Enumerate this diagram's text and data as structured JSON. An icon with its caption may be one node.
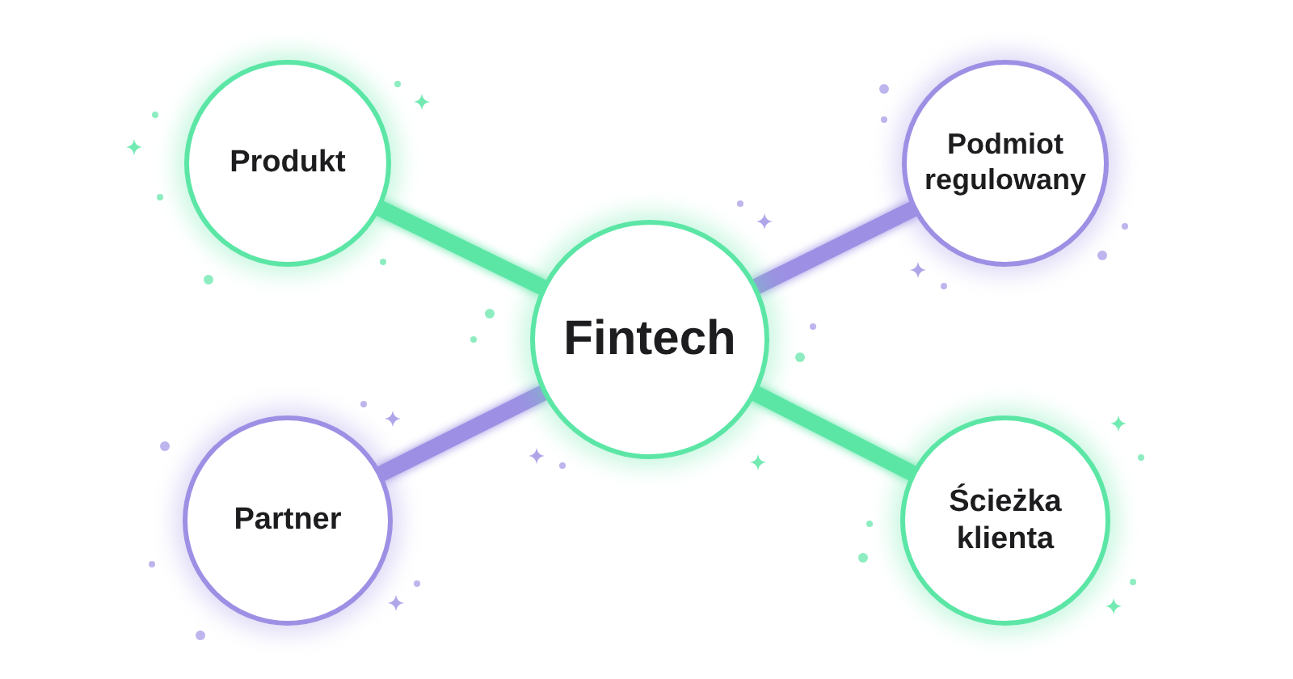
{
  "diagram": {
    "nodes": [
      {
        "text": [
          "Produkt"
        ]
      },
      {
        "text": [
          "Podmiot regulowany"
        ]
      },
      {
        "text": [
          "Fintech"
        ]
      },
      {
        "text": [
          "Partner"
        ]
      },
      {
        "text": [
          "Ścieżka klienta"
        ]
      }
    ],
    "edges": [
      {
        "from": 0,
        "to": 2,
        "arrow": "none",
        "color": "#5ce6a6"
      },
      {
        "from": 2,
        "to": 1,
        "arrow": "none",
        "color": "#9d90e4"
      },
      {
        "from": 3,
        "to": 2,
        "arrow": "none",
        "color": "#9d90e4"
      },
      {
        "from": 2,
        "to": 4,
        "arrow": "none",
        "color": "#5ce6a6"
      }
    ]
  }
}
